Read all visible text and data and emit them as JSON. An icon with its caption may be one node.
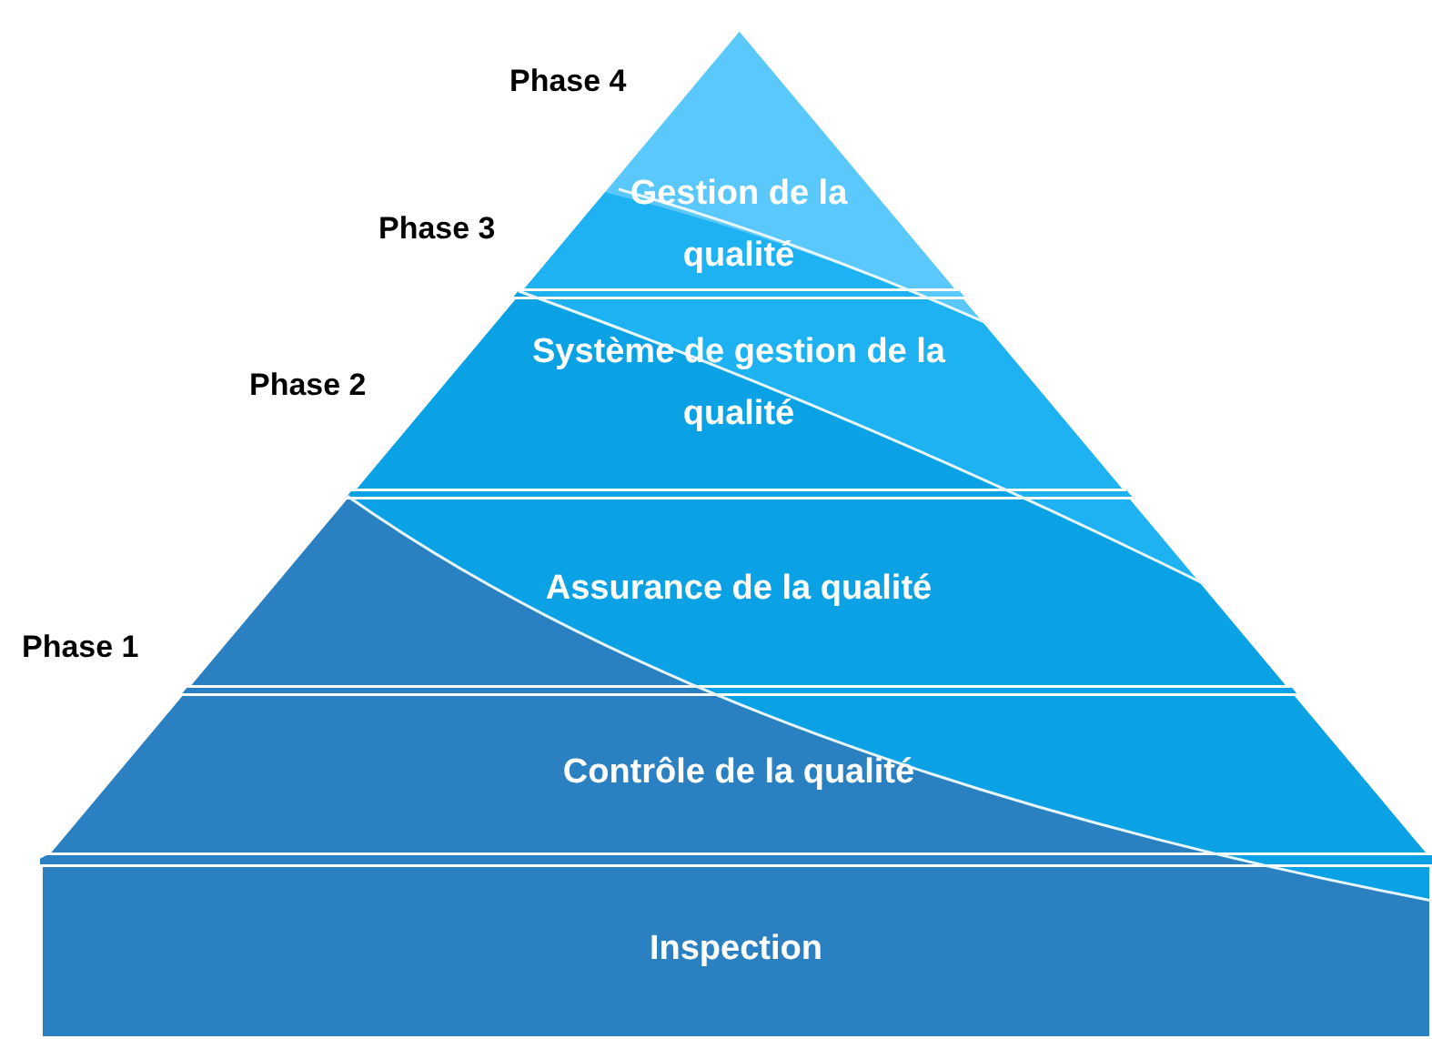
{
  "diagram": {
    "nodes": [
      {
        "text": [
          "Gestion de la qualité"
        ]
      },
      {
        "text": [
          "Système de gestion de la qualité"
        ]
      },
      {
        "text": [
          "Assurance de la qualité"
        ]
      },
      {
        "text": [
          "Contrôle de la qualité"
        ]
      },
      {
        "text": [
          "Inspection"
        ]
      }
    ],
    "labels": [
      "Phase 4",
      "Phase 3",
      "Phase 2",
      "Phase 1"
    ]
  }
}
